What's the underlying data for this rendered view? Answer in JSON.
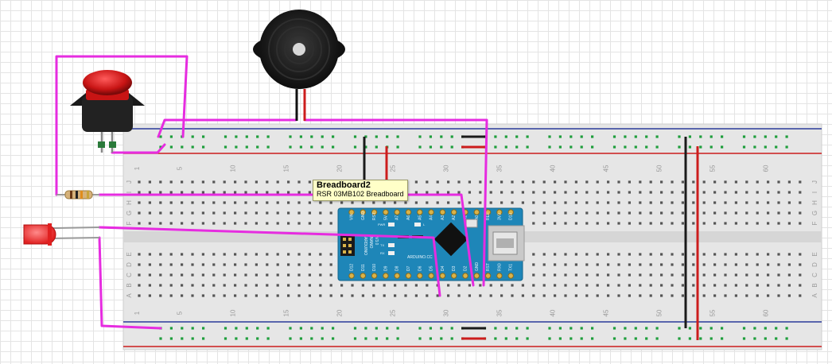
{
  "tooltip": {
    "title": "Breadboard2",
    "subtitle": "RSR 03MB102 Breadboard"
  },
  "breadboard": {
    "column_numbers": [
      "1",
      "5",
      "10",
      "15",
      "20",
      "25",
      "30",
      "35",
      "40",
      "45",
      "50",
      "55",
      "60"
    ],
    "row_letters_top": [
      "J",
      "I",
      "H",
      "G",
      "F"
    ],
    "row_letters_bottom": [
      "E",
      "D",
      "C",
      "B",
      "A"
    ]
  },
  "arduino": {
    "top_pin_labels": [
      "D12",
      "D11",
      "D10",
      "D9",
      "D8",
      "D7",
      "D6",
      "D5",
      "D4",
      "D3",
      "D2",
      "GND",
      "RST",
      "RX0",
      "TX1"
    ],
    "bottom_pin_labels": [
      "VIN",
      "GND",
      "RST",
      "5V",
      "A7",
      "A6",
      "A5",
      "A4",
      "A3",
      "A2",
      "A1",
      "A0",
      "REF",
      "3V3",
      "D13"
    ],
    "board_labels": [
      "ARDUINO",
      "NANO",
      "V3.0"
    ],
    "maker_label": "ARDUINO.CC",
    "led_labels": [
      "PWR",
      "L",
      "TX",
      "RX"
    ],
    "icsp_label": "ICSP"
  },
  "colors": {
    "wire": "#e62ce0",
    "board": "#e9e9e9",
    "rail_blue": "#2a3a9a",
    "rail_red": "#cc1d1d",
    "hole_green": "#1f9e3c",
    "nano_blue": "#1e86b8"
  }
}
